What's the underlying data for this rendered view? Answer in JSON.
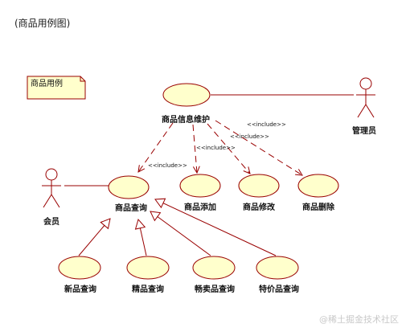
{
  "diagram_title": "(商品用例图)",
  "note": "商品用例",
  "actors": {
    "admin": "管理员",
    "member": "会员"
  },
  "use_cases": {
    "maintain": "商品信息维护",
    "query": "商品查询",
    "add": "商品添加",
    "modify": "商品修改",
    "delete": "商品删除",
    "new_query": "新品查询",
    "fine_query": "精品查询",
    "hot_query": "畅卖品查询",
    "special_query": "特价品查询"
  },
  "stereotype": "<<include>>",
  "watermark": "@稀土掘金技术社区",
  "colors": {
    "usecase_fill": "#ffffcc",
    "usecase_stroke": "#990000",
    "line": "#990000",
    "note_fill": "#ffffcc"
  }
}
